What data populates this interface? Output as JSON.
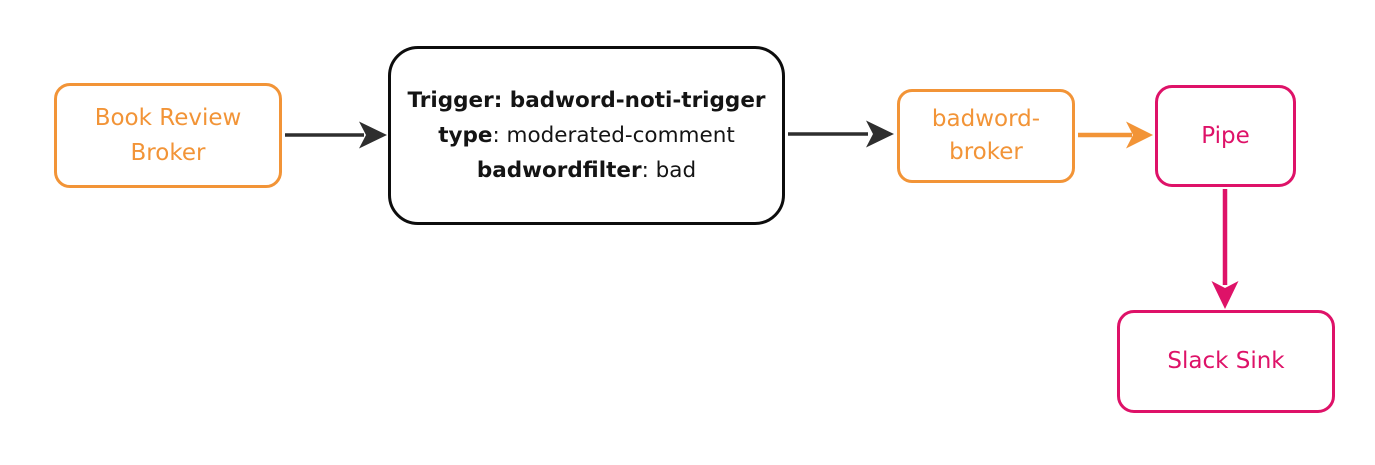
{
  "diagram": {
    "nodes": {
      "book_review_broker": {
        "label": "Book Review Broker",
        "label_line1": "Book Review",
        "label_line2": "Broker",
        "color": "#F29437"
      },
      "trigger": {
        "line1": "Trigger: badword-noti-trigger",
        "line2_key": "type",
        "line2_rest": ": moderated-comment",
        "line3_key": "badwordfilter",
        "line3_rest": ": bad",
        "color": "#141414",
        "border_color": "#0D0D0D"
      },
      "badword_broker": {
        "label": "badword-broker",
        "label_line1": "badword-",
        "label_line2": "broker",
        "color": "#F29437"
      },
      "pipe": {
        "label": "Pipe",
        "color": "#DE1268"
      },
      "slack_sink": {
        "label": "Slack Sink",
        "color": "#DE1268"
      }
    },
    "edges": [
      {
        "from": "book_review_broker",
        "to": "trigger",
        "color": "#2E2E2E"
      },
      {
        "from": "trigger",
        "to": "badword_broker",
        "color": "#2E2E2E"
      },
      {
        "from": "badword_broker",
        "to": "pipe",
        "color": "#F29437"
      },
      {
        "from": "pipe",
        "to": "slack_sink",
        "color": "#DE1268"
      }
    ]
  }
}
